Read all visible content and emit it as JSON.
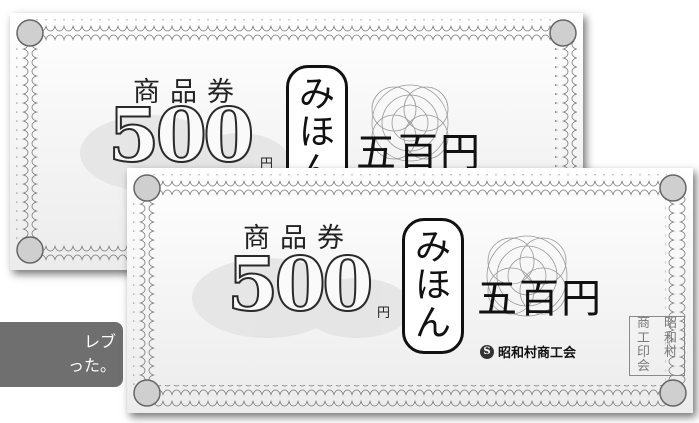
{
  "vouchers": [
    {
      "title": "商品券",
      "amount_digits": "500",
      "amount_unit": "円",
      "amount_kanji": "五百円",
      "sample_mark": [
        "み",
        "ほ",
        "ん"
      ]
    },
    {
      "title": "商品券",
      "amount_digits": "500",
      "amount_unit": "円",
      "amount_kanji": "五百円",
      "sample_mark": [
        "み",
        "ほ",
        "ん"
      ],
      "issuer": "昭和村商工会",
      "seal": [
        "昭",
        "商",
        "和",
        "工",
        "村",
        "会",
        "印"
      ]
    }
  ],
  "caption": {
    "line1": "レブ",
    "line2": "った。"
  }
}
